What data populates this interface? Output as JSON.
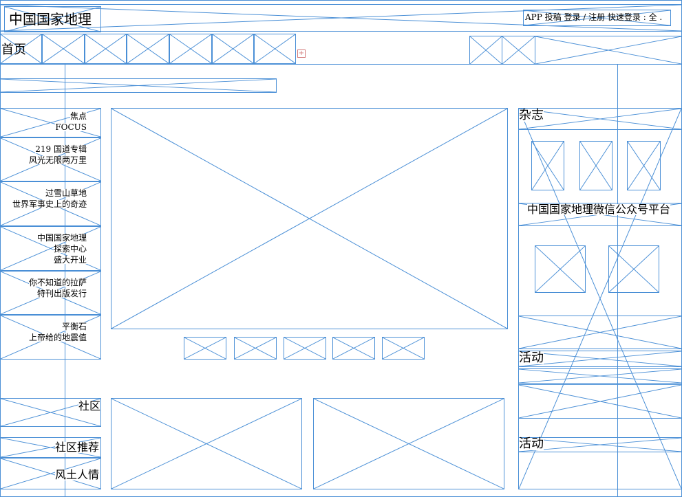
{
  "header": {
    "logo_text": "中国国家地理",
    "top_right_links": "APP 投稿 登录 / 注册 快速登录 : 全 ."
  },
  "nav": {
    "home_label": "首页",
    "expand_symbol": "+"
  },
  "left_feature_list": [
    {
      "line1": "焦点",
      "line2": "FOCUS"
    },
    {
      "line1": "219 国道专辑",
      "line2": "风光无限两万里"
    },
    {
      "line1": "过雪山草地",
      "line2": "世界军事史上的奇迹"
    },
    {
      "line1": "中国国家地理",
      "line2": "探索中心",
      "line3": "盛大开业"
    },
    {
      "line1": "你不知道的拉萨",
      "line2": "特刊出版发行"
    },
    {
      "line1": "平衡石",
      "line2": "上帝给的地震值"
    }
  ],
  "right_column": {
    "magazine_title": "杂志",
    "wechat_title": "中国国家地理微信公众号平台",
    "activity_title_1": "活动",
    "activity_title_2": "活动"
  },
  "community": {
    "title": "社区",
    "recommend": "社区推荐",
    "customs": "风土人情"
  },
  "colors": {
    "wireframe_stroke": "#4a8fd6",
    "expand_marker": "#d27a7a"
  }
}
